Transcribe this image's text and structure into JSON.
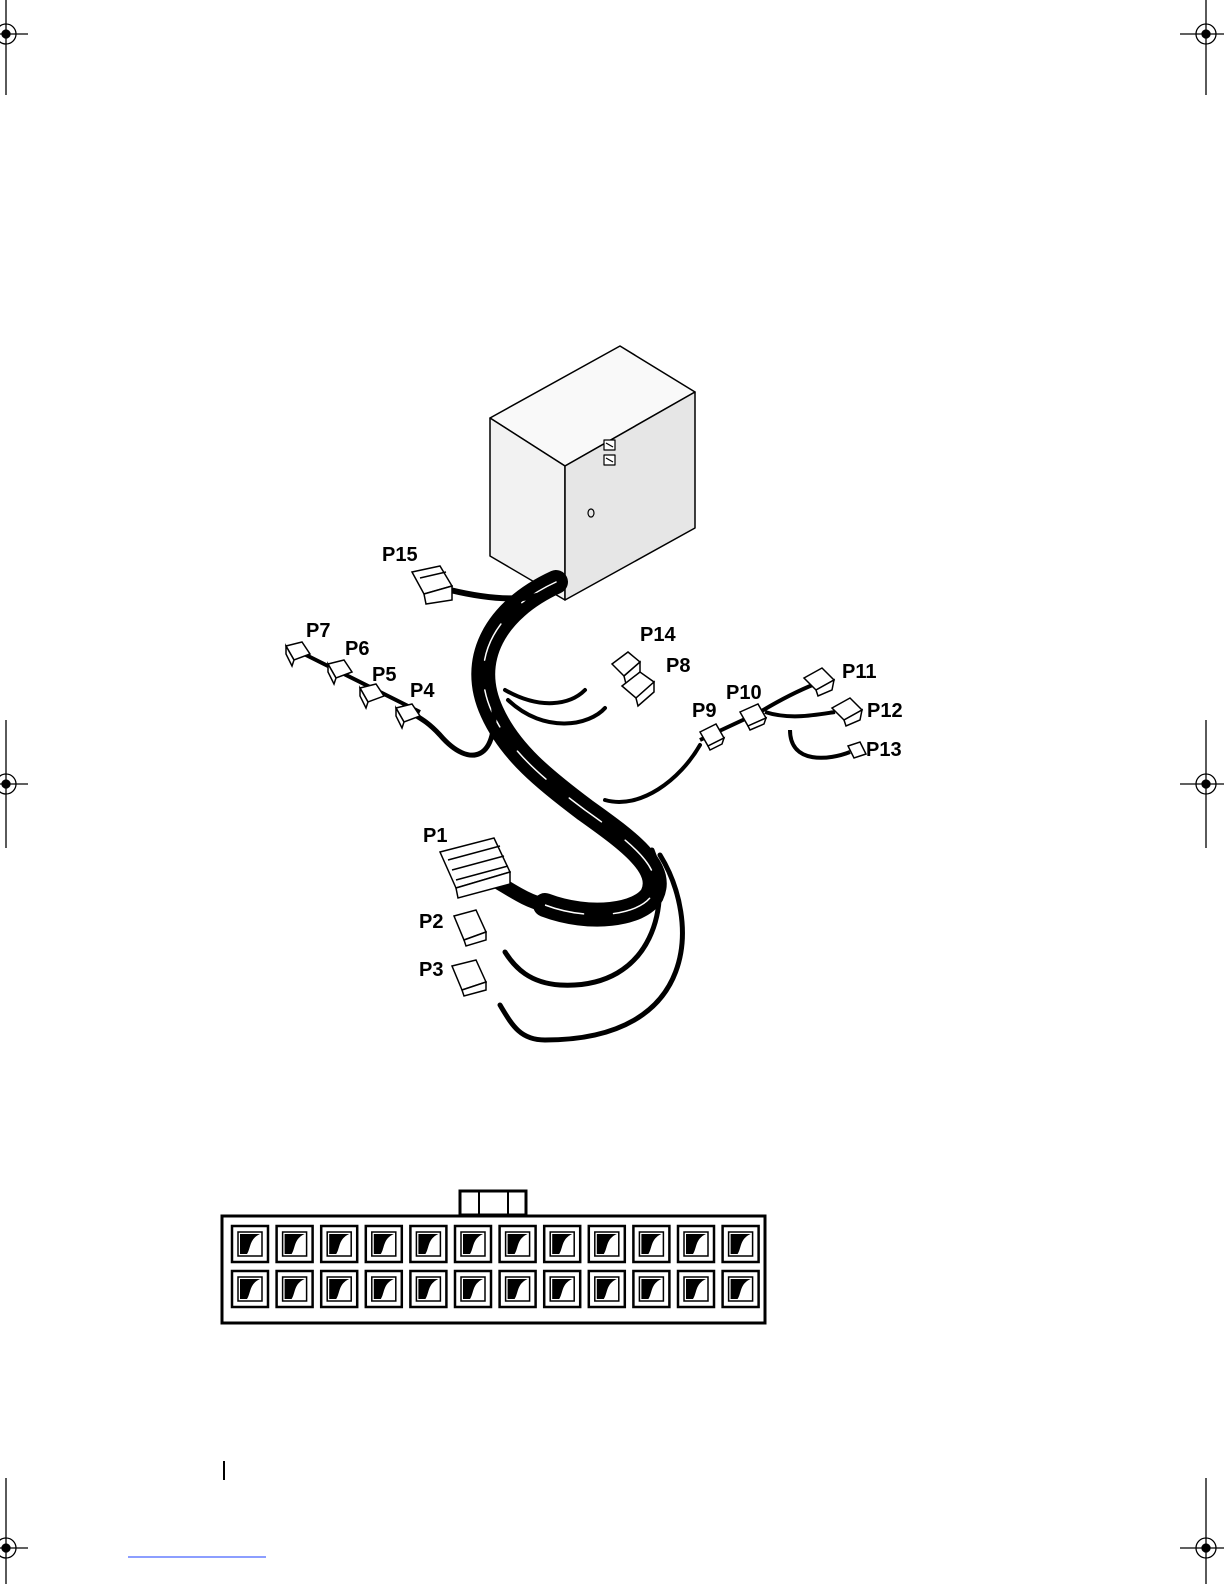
{
  "diagram": {
    "connector_labels": {
      "p1": "P1",
      "p2": "P2",
      "p3": "P3",
      "p4": "P4",
      "p5": "P5",
      "p6": "P6",
      "p7": "P7",
      "p8": "P8",
      "p9": "P9",
      "p10": "P10",
      "p11": "P11",
      "p12": "P12",
      "p13": "P13",
      "p14": "P14",
      "p15": "P15"
    },
    "pin_grid": {
      "rows": 2,
      "columns": 12
    },
    "colors": {
      "ink": "#000000",
      "psu_face_front": "#f2f2f2",
      "psu_face_side": "#e4e4e4",
      "psu_top": "#f9f9f9"
    }
  }
}
